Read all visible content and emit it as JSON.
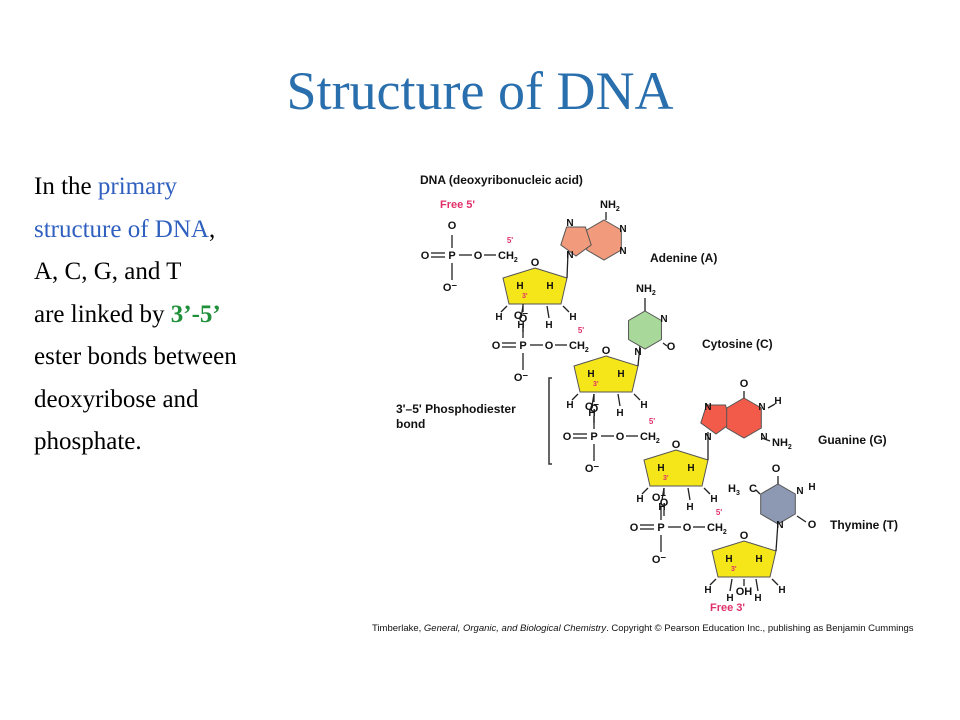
{
  "slide": {
    "title": "Structure of DNA",
    "body": {
      "line1_a": "In the ",
      "line1_b": "primary",
      "line2_a": "structure of DNA",
      "line2_b": ",",
      "line3": "A, C, G, and T",
      "line4_a": "are linked by ",
      "line4_b": "3’-5’",
      "line5": "ester bonds between",
      "line6": "deoxyribose and",
      "line7": "phosphate."
    }
  },
  "diagram": {
    "heading": "DNA (deoxyribonucleic acid)",
    "free5": "Free 5'",
    "free3": "Free 3'",
    "bond_label_1": "3'–5' Phosphodiester",
    "bond_label_2": "bond",
    "bases": [
      "Adenine (A)",
      "Cytosine (C)",
      "Guanine (G)",
      "Thymine (T)"
    ],
    "atoms": {
      "O": "O",
      "O_minus": "O⁻",
      "P": "P",
      "CH2": "CH",
      "sub2": "2",
      "H": "H",
      "N": "N",
      "NH2": "NH",
      "H3C": "H",
      "sub3": "3",
      "C": "C",
      "OH": "OH",
      "prime5": "5'",
      "prime3": "3'"
    },
    "colors": {
      "sugar": "#f5e61a",
      "adenine": "#f29b7c",
      "cytosine": "#a8d89a",
      "guanine": "#f25a4a",
      "thymine": "#8d99b3",
      "label_red": "#e0306a",
      "title_blue": "#2a6fad"
    },
    "credit": {
      "a": "Timberlake, ",
      "b": "General, Organic, and Biological Chemistry",
      "c": ".  Copyright © Pearson Education Inc., publishing as Benjamin Cummings"
    }
  }
}
